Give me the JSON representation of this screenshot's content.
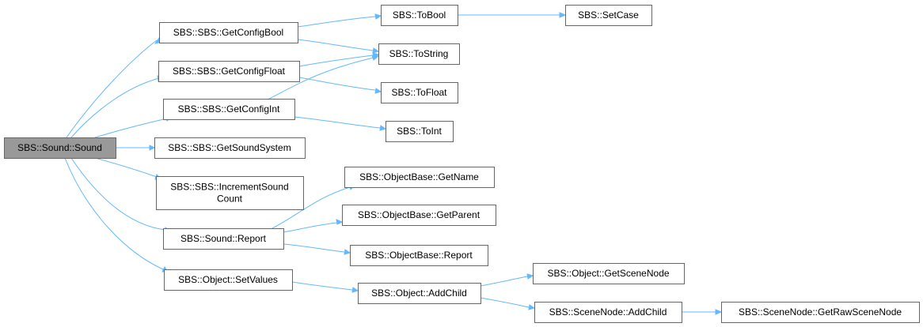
{
  "diagram": {
    "type": "call-graph",
    "colors": {
      "edge": "#63b8ff",
      "root_fill": "#999999",
      "node_border": "#666666",
      "node_fill": "#ffffff"
    },
    "nodes": [
      {
        "id": "sound",
        "label": [
          "SBS::Sound::Sound"
        ],
        "root": true
      },
      {
        "id": "getconfigbool",
        "label": [
          "SBS::SBS::GetConfigBool"
        ]
      },
      {
        "id": "getconfigfloat",
        "label": [
          "SBS::SBS::GetConfigFloat"
        ]
      },
      {
        "id": "getconfigint",
        "label": [
          "SBS::SBS::GetConfigInt"
        ]
      },
      {
        "id": "getsoundsystem",
        "label": [
          "SBS::SBS::GetSoundSystem"
        ]
      },
      {
        "id": "incrementsoundcount",
        "label": [
          "SBS::SBS::IncrementSound",
          "Count"
        ]
      },
      {
        "id": "report",
        "label": [
          "SBS::Sound::Report"
        ]
      },
      {
        "id": "setvalues",
        "label": [
          "SBS::Object::SetValues"
        ]
      },
      {
        "id": "tobool",
        "label": [
          "SBS::ToBool"
        ]
      },
      {
        "id": "tostring",
        "label": [
          "SBS::ToString"
        ]
      },
      {
        "id": "tofloat",
        "label": [
          "SBS::ToFloat"
        ]
      },
      {
        "id": "toint",
        "label": [
          "SBS::ToInt"
        ]
      },
      {
        "id": "setcase",
        "label": [
          "SBS::SetCase"
        ]
      },
      {
        "id": "getname",
        "label": [
          "SBS::ObjectBase::GetName"
        ]
      },
      {
        "id": "getparent",
        "label": [
          "SBS::ObjectBase::GetParent"
        ]
      },
      {
        "id": "objreport",
        "label": [
          "SBS::ObjectBase::Report"
        ]
      },
      {
        "id": "addchild",
        "label": [
          "SBS::Object::AddChild"
        ]
      },
      {
        "id": "getscenenode",
        "label": [
          "SBS::Object::GetSceneNode"
        ]
      },
      {
        "id": "scenenodeaddchild",
        "label": [
          "SBS::SceneNode::AddChild"
        ]
      },
      {
        "id": "getrawscenenode",
        "label": [
          "SBS::SceneNode::GetRawSceneNode"
        ]
      }
    ],
    "edges": [
      {
        "from": "sound",
        "to": "getconfigbool"
      },
      {
        "from": "sound",
        "to": "getconfigfloat"
      },
      {
        "from": "sound",
        "to": "getconfigint"
      },
      {
        "from": "sound",
        "to": "getsoundsystem"
      },
      {
        "from": "sound",
        "to": "incrementsoundcount"
      },
      {
        "from": "sound",
        "to": "report"
      },
      {
        "from": "sound",
        "to": "setvalues"
      },
      {
        "from": "getconfigbool",
        "to": "tobool"
      },
      {
        "from": "getconfigbool",
        "to": "tostring"
      },
      {
        "from": "tobool",
        "to": "setcase"
      },
      {
        "from": "getconfigfloat",
        "to": "tostring"
      },
      {
        "from": "getconfigfloat",
        "to": "tofloat"
      },
      {
        "from": "getconfigint",
        "to": "tostring"
      },
      {
        "from": "getconfigint",
        "to": "toint"
      },
      {
        "from": "report",
        "to": "getname"
      },
      {
        "from": "report",
        "to": "getparent"
      },
      {
        "from": "report",
        "to": "objreport"
      },
      {
        "from": "setvalues",
        "to": "addchild"
      },
      {
        "from": "addchild",
        "to": "getscenenode"
      },
      {
        "from": "addchild",
        "to": "scenenodeaddchild"
      },
      {
        "from": "scenenodeaddchild",
        "to": "getrawscenenode"
      }
    ]
  }
}
